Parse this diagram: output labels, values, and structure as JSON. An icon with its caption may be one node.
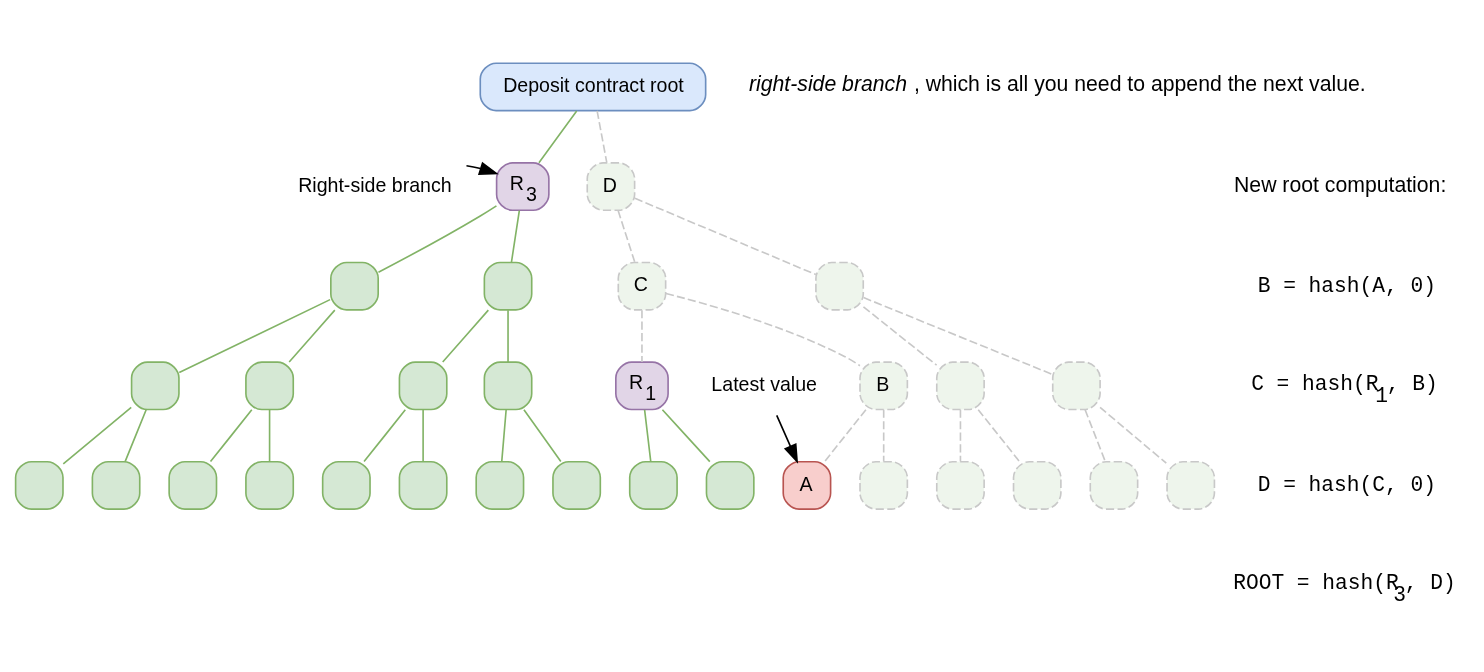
{
  "diagram": {
    "nodes": [
      {
        "text": [
          "Deposit contract root"
        ]
      },
      {
        "text": [
          "Right-side branch"
        ]
      },
      {
        "text": [
          "R$_{3}$"
        ]
      },
      {
        "text": [
          "D"
        ]
      },
      {
        "text": [],
        "shape": "box"
      },
      {
        "text": [],
        "shape": "box"
      },
      {
        "text": [
          "C"
        ]
      },
      {
        "text": [],
        "shape": "box"
      },
      {
        "text": [],
        "shape": "box"
      },
      {
        "text": [],
        "shape": "box"
      },
      {
        "text": [],
        "shape": "box"
      },
      {
        "text": [],
        "shape": "box"
      },
      {
        "text": [
          "R$_{1}$"
        ]
      },
      {
        "text": [
          "B"
        ]
      },
      {
        "text": [],
        "shape": "box"
      },
      {
        "text": [],
        "shape": "box"
      },
      {
        "text": [],
        "shape": "box"
      },
      {
        "text": [],
        "shape": "box"
      },
      {
        "text": [],
        "shape": "box"
      },
      {
        "text": [],
        "shape": "box"
      },
      {
        "text": [],
        "shape": "box"
      },
      {
        "text": [],
        "shape": "box"
      },
      {
        "text": [],
        "shape": "box"
      },
      {
        "text": [],
        "shape": "box"
      },
      {
        "text": [],
        "shape": "box"
      },
      {
        "text": [],
        "shape": "box"
      },
      {
        "text": [
          "A"
        ]
      },
      {
        "text": [],
        "shape": "box"
      },
      {
        "text": [],
        "shape": "box"
      },
      {
        "text": [],
        "shape": "box"
      },
      {
        "text": [],
        "shape": "box"
      },
      {
        "text": [],
        "shape": "box"
      },
      {
        "text": [
          "Latest value"
        ]
      }
    ],
    "edges": [
      {
        "from": 0,
        "to": 2,
        "arrow": "none"
      },
      {
        "from": 0,
        "to": 3,
        "arrow": "none",
        "style": "dashed",
        "color": "#c8c8c8"
      },
      {
        "from": 1,
        "to": 2,
        "arrow": "to",
        "color": "#000000"
      },
      {
        "from": 2,
        "to": 4,
        "arrow": "none"
      },
      {
        "from": 2,
        "to": 5,
        "arrow": "none"
      },
      {
        "from": 3,
        "to": 6,
        "arrow": "none",
        "style": "dashed",
        "color": "#c8c8c8"
      },
      {
        "from": 3,
        "to": 7,
        "arrow": "none",
        "style": "dashed",
        "color": "#c8c8c8"
      },
      {
        "from": 4,
        "to": 8,
        "arrow": "none"
      },
      {
        "from": 4,
        "to": 9,
        "arrow": "none"
      },
      {
        "from": 5,
        "to": 10,
        "arrow": "none"
      },
      {
        "from": 5,
        "to": 11,
        "arrow": "none"
      },
      {
        "from": 6,
        "to": 12,
        "arrow": "none",
        "style": "dashed",
        "color": "#c8c8c8"
      },
      {
        "from": 6,
        "to": 13,
        "arrow": "none",
        "style": "dashed",
        "color": "#c8c8c8"
      },
      {
        "from": 7,
        "to": 14,
        "arrow": "none",
        "style": "dashed",
        "color": "#c8c8c8"
      },
      {
        "from": 7,
        "to": 15,
        "arrow": "none",
        "style": "dashed",
        "color": "#c8c8c8"
      },
      {
        "from": 8,
        "to": 16,
        "arrow": "none"
      },
      {
        "from": 8,
        "to": 17,
        "arrow": "none"
      },
      {
        "from": 9,
        "to": 18,
        "arrow": "none"
      },
      {
        "from": 9,
        "to": 19,
        "arrow": "none"
      },
      {
        "from": 10,
        "to": 20,
        "arrow": "none"
      },
      {
        "from": 10,
        "to": 21,
        "arrow": "none"
      },
      {
        "from": 11,
        "to": 22,
        "arrow": "none"
      },
      {
        "from": 11,
        "to": 23,
        "arrow": "none"
      },
      {
        "from": 12,
        "to": 24,
        "arrow": "none"
      },
      {
        "from": 12,
        "to": 25,
        "arrow": "none"
      },
      {
        "from": 13,
        "to": 26,
        "arrow": "none",
        "style": "dashed",
        "color": "#c8c8c8"
      },
      {
        "from": 13,
        "to": 27,
        "arrow": "none",
        "style": "dashed",
        "color": "#c8c8c8"
      },
      {
        "from": 14,
        "to": 28,
        "arrow": "none",
        "style": "dashed",
        "color": "#c8c8c8"
      },
      {
        "from": 14,
        "to": 29,
        "arrow": "none",
        "style": "dashed",
        "color": "#c8c8c8"
      },
      {
        "from": 15,
        "to": 30,
        "arrow": "none",
        "style": "dashed",
        "color": "#c8c8c8"
      },
      {
        "from": 15,
        "to": 31,
        "arrow": "none",
        "style": "dashed",
        "color": "#c8c8c8"
      },
      {
        "from": 32,
        "to": 26,
        "arrow": "to",
        "color": "#000000"
      }
    ],
    "labels": [
      "*right-side branch*, which is all you need to append the next value.",
      "New root computation:",
      "B = hash(A, 0)",
      "C = hash(R$_{1}$, B)",
      "D = hash(C, 0)",
      "ROOT = hash(R$_{3}$, D)"
    ]
  }
}
